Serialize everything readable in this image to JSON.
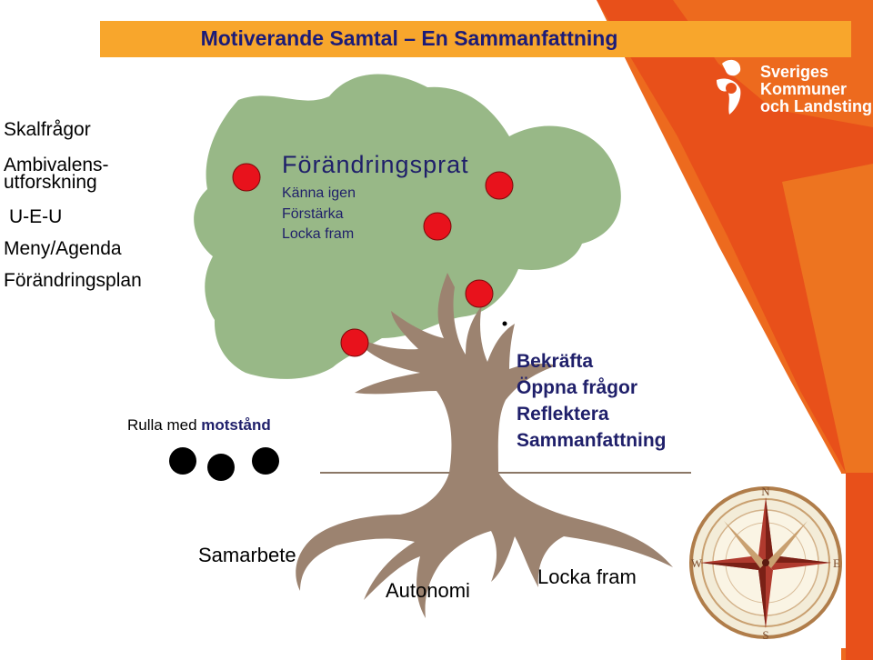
{
  "title": "Motiverande Samtal – En Sammanfattning",
  "left_list": [
    "Skalfrågor",
    "Ambivalens-",
    "utforskning",
    "U-E-U",
    "Meny/Agenda",
    "Förändringsplan"
  ],
  "tree": {
    "heading": "Förändringsprat",
    "items": [
      "Känna igen",
      "Förstärka",
      "Locka fram"
    ]
  },
  "right_list": [
    "Bekräfta",
    "Öppna frågor",
    "Reflektera",
    "Sammanfattning"
  ],
  "resistance": {
    "prefix": "Rulla med ",
    "bold": "motstånd"
  },
  "bottom": {
    "left": "Samarbete",
    "center": "Autonomi",
    "right": "Locka fram"
  },
  "logo": {
    "line1": "Sveriges",
    "line2": "Kommuner",
    "line3": "och Landsting"
  },
  "compass": {
    "n": "N",
    "s": "S",
    "e": "E",
    "w": "W"
  },
  "colors": {
    "title_bar": "#f8a62c",
    "brand_orange": "#e8501a",
    "canopy": "#98b887",
    "trunk": "#9c8370",
    "apple": "#e8121c",
    "text_dark": "#1f1f6a"
  }
}
